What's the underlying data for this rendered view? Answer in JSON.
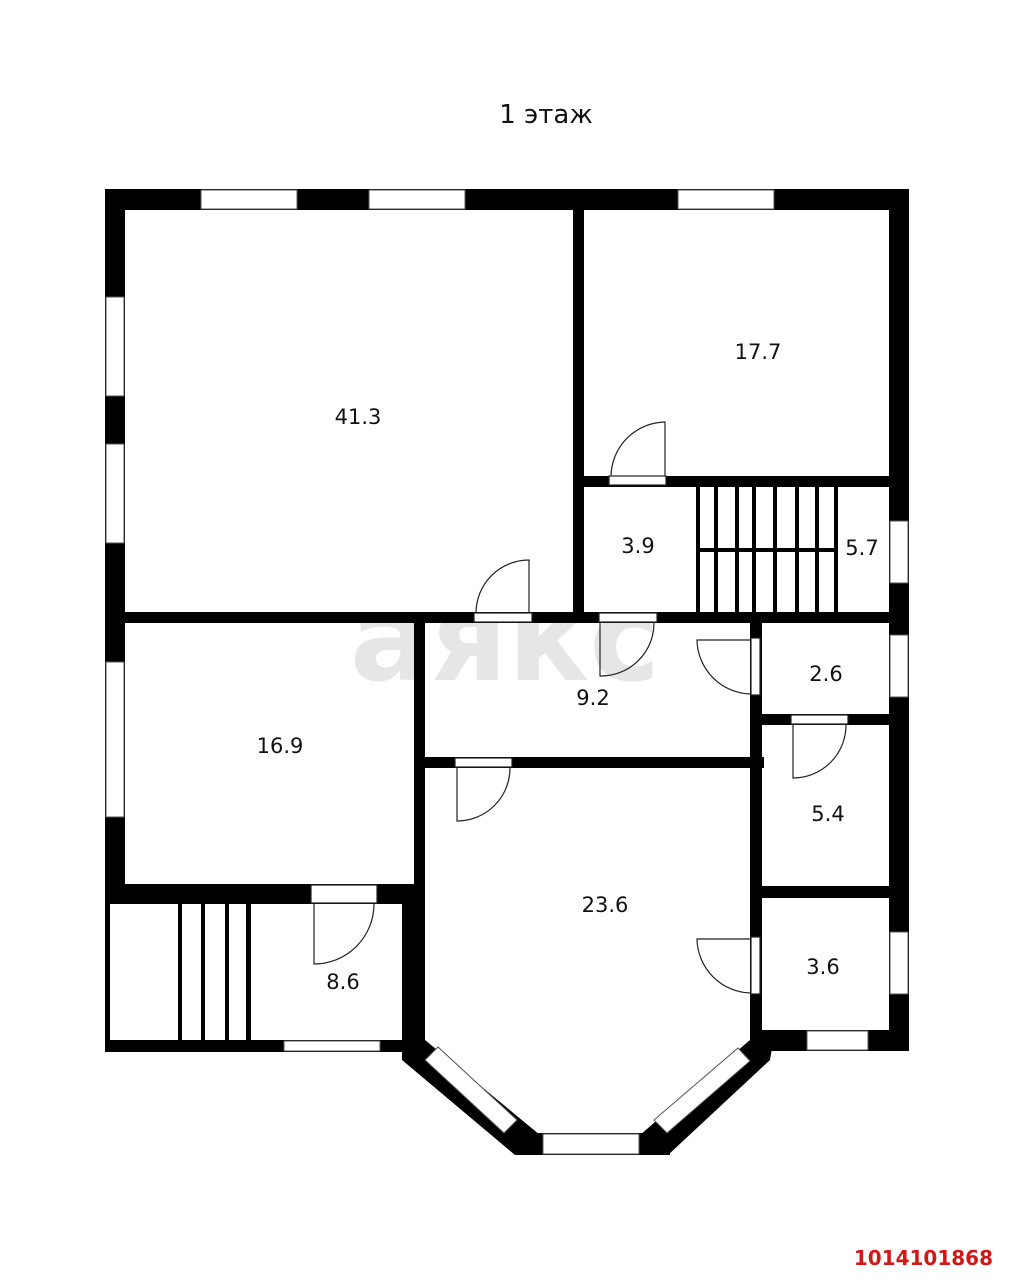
{
  "title": "1 этаж",
  "watermark": "аякс",
  "listing_id": "1014101868",
  "colors": {
    "wall": "#000000",
    "window": "#ffffff",
    "watermark": "#e6e6e6",
    "listing_id": "#d01818"
  },
  "rooms": [
    {
      "id": "room-1",
      "area": "41.3"
    },
    {
      "id": "room-2",
      "area": "17.7"
    },
    {
      "id": "room-3",
      "area": "3.9"
    },
    {
      "id": "room-4",
      "area": "5.7"
    },
    {
      "id": "room-5",
      "area": "16.9"
    },
    {
      "id": "room-6",
      "area": "9.2"
    },
    {
      "id": "room-7",
      "area": "2.6"
    },
    {
      "id": "room-8",
      "area": "5.4"
    },
    {
      "id": "room-9",
      "area": "23.6"
    },
    {
      "id": "room-10",
      "area": "3.6"
    },
    {
      "id": "room-11",
      "area": "8.6"
    }
  ]
}
